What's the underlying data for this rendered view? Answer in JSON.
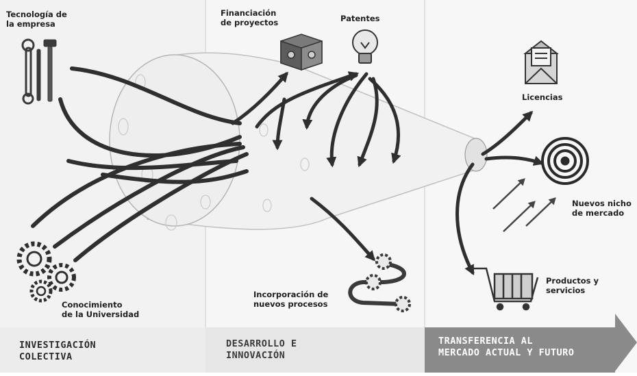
{
  "labels": {
    "tech": "Tecnología de\nla empresa",
    "funding": "Financiación\nde proyectos",
    "patents": "Patentes",
    "licenses": "Licencias",
    "niches": "Nuevos nicho\nde mercado",
    "products": "Productos y\nservicios",
    "processes": "Incorporación de\nnuevos procesos",
    "knowledge": "Conocimiento\nde la Universidad"
  },
  "stages": [
    {
      "label": "INVESTIGACIÓN\nCOLECTIVA"
    },
    {
      "label": "DESARROLLO E\nINNOVACIÓN"
    },
    {
      "label": "TRANSFERENCIA AL\nMERCADO ACTUAL Y FUTURO"
    }
  ],
  "icons": [
    "tools-icon",
    "money-stack-icon",
    "lightbulb-icon",
    "envelope-icon",
    "target-icon",
    "arrows-icon",
    "gears-icon",
    "process-gears-icon",
    "cart-icon"
  ],
  "colors": {
    "stage1_bg": "#f2f2f2",
    "stage2_bg": "#f6f6f6",
    "stage3_bg": "#e4e4e4",
    "arrow_fill": "#8a8a8a",
    "tube": "#f3f3f3",
    "strand": "#2f2f2f"
  }
}
